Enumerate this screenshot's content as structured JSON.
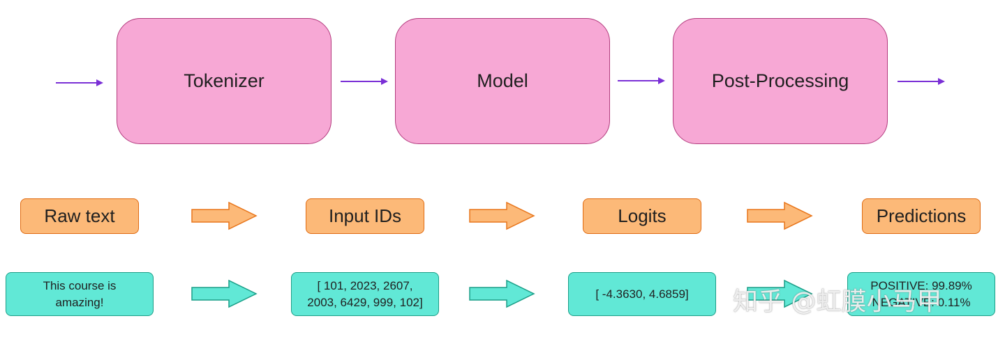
{
  "colors": {
    "stage_fill": "#f7a8d5",
    "stage_border": "#b23a7d",
    "label_fill": "#fcb978",
    "label_border": "#e06a10",
    "data_fill": "#61e8d6",
    "data_border": "#1a9e87",
    "line_arrow": "#7a2fd6",
    "label_arrow_fill": "#fcb978",
    "label_arrow_stroke": "#e8751a",
    "data_arrow_fill": "#61e8d6",
    "data_arrow_stroke": "#1a9e87"
  },
  "stages": [
    {
      "id": "tokenizer",
      "label": "Tokenizer"
    },
    {
      "id": "model",
      "label": "Model"
    },
    {
      "id": "postprocessing",
      "label": "Post-Processing"
    }
  ],
  "labels": [
    {
      "id": "raw-text",
      "label": "Raw text"
    },
    {
      "id": "input-ids",
      "label": "Input IDs"
    },
    {
      "id": "logits",
      "label": "Logits"
    },
    {
      "id": "predictions",
      "label": "Predictions"
    }
  ],
  "examples": [
    {
      "id": "raw-text-example",
      "text": "This course is\namazing!"
    },
    {
      "id": "input-ids-example",
      "text": "[ 101, 2023, 2607,\n2003, 6429, 999, 102]"
    },
    {
      "id": "logits-example",
      "text": "[ -4.3630, 4.6859]"
    },
    {
      "id": "predictions-example",
      "text": "POSITIVE: 99.89%\nNEGATIVE: 0.11%"
    }
  ],
  "watermark": "知乎 @虹膜小马甲"
}
